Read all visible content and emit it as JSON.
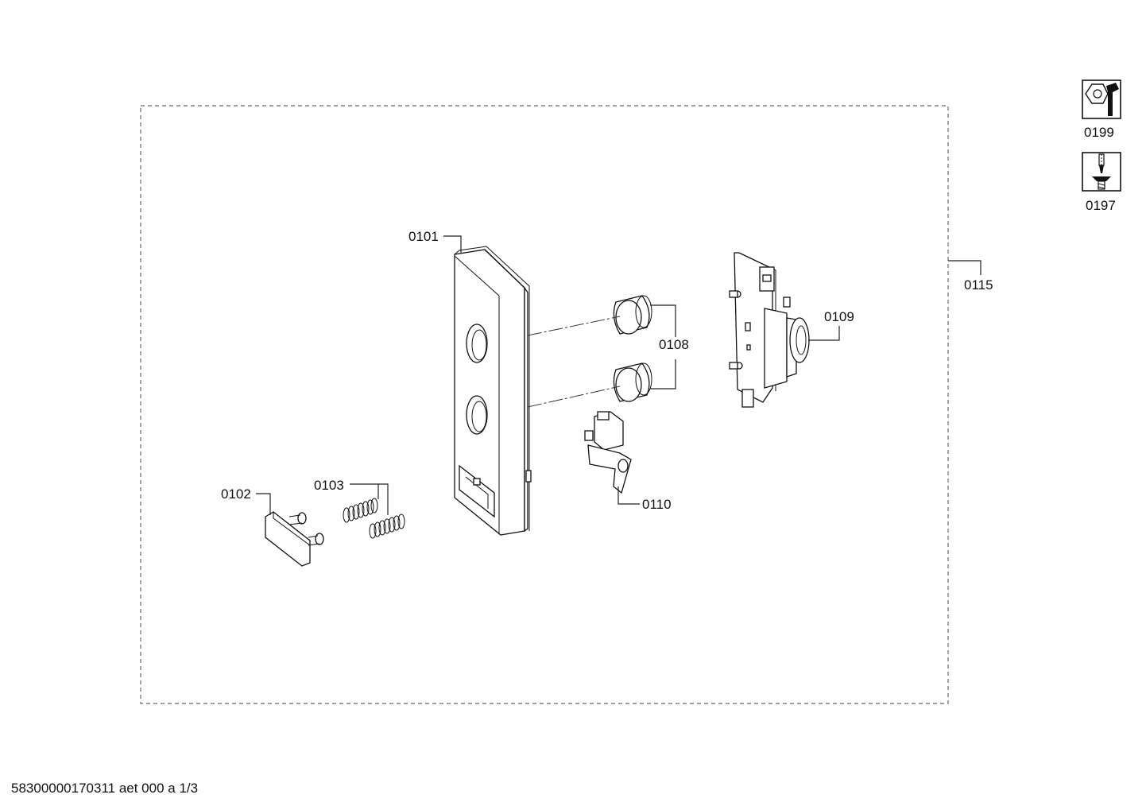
{
  "diagram": {
    "labels": {
      "p0101": "0101",
      "p0102": "0102",
      "p0103": "0103",
      "p0108": "0108",
      "p0109": "0109",
      "p0110": "0110",
      "p0115": "0115",
      "p0199": "0199",
      "p0197": "0197"
    }
  },
  "footer": {
    "text": "58300000170311 aet 000 a 1/3"
  }
}
